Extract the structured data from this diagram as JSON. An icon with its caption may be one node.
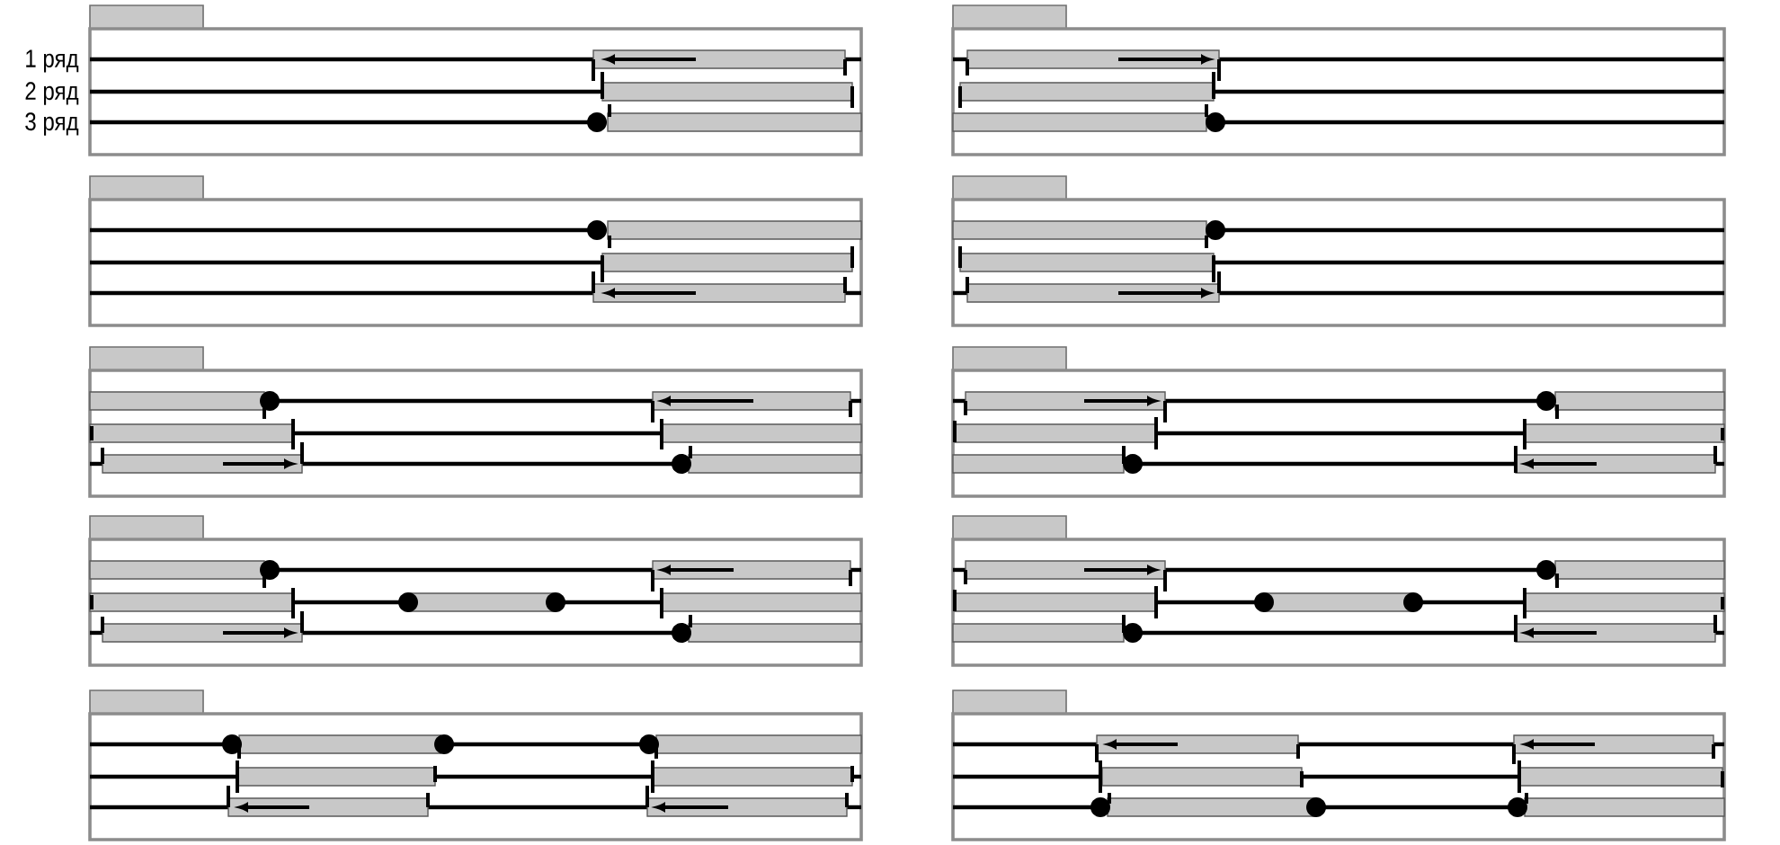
{
  "diagram": {
    "labels": [
      "1 ряд",
      "2 ряд",
      "3 ряд"
    ]
  }
}
